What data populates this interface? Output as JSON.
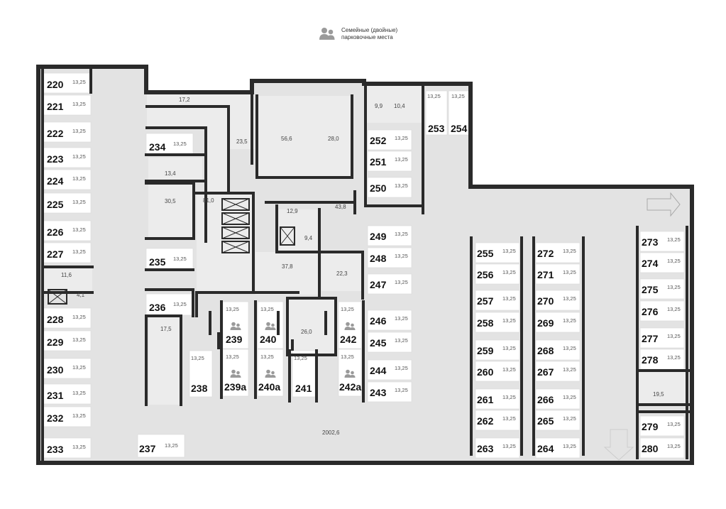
{
  "legend": {
    "icon": "family-parking-icon",
    "line1": "Семейные (двойные)",
    "line2": "парковочные места"
  },
  "colors": {
    "floor": "#e3e3e3",
    "wall": "#2a2a2a",
    "space": "#ffffff",
    "ink": "#111111",
    "muted": "#555555",
    "icon": "#9a9a9a"
  },
  "area_per_space": "13,25",
  "spaces": [
    "220",
    "221",
    "222",
    "223",
    "224",
    "225",
    "226",
    "227",
    "228",
    "229",
    "230",
    "231",
    "232",
    "233",
    "234",
    "235",
    "236",
    "237",
    "238",
    "239",
    "239а",
    "240",
    "240а",
    "241",
    "242",
    "242а",
    "243",
    "244",
    "245",
    "246",
    "247",
    "248",
    "249",
    "250",
    "251",
    "252",
    "253",
    "254",
    "255",
    "256",
    "257",
    "258",
    "259",
    "260",
    "261",
    "262",
    "263",
    "264",
    "265",
    "266",
    "267",
    "268",
    "269",
    "270",
    "271",
    "272",
    "273",
    "274",
    "275",
    "276",
    "277",
    "278",
    "279",
    "280"
  ],
  "family_spaces": [
    "239",
    "239а",
    "240",
    "240а",
    "242",
    "242а"
  ],
  "room_areas": [
    "17,2",
    "56,6",
    "28,0",
    "23,5",
    "13,4",
    "30,5",
    "81,0",
    "12,9",
    "43,8",
    "9,4",
    "37,8",
    "22,3",
    "11,6",
    "4,1",
    "17,5",
    "26,0",
    "9,9",
    "10,4",
    "19,5",
    "2002,6"
  ]
}
